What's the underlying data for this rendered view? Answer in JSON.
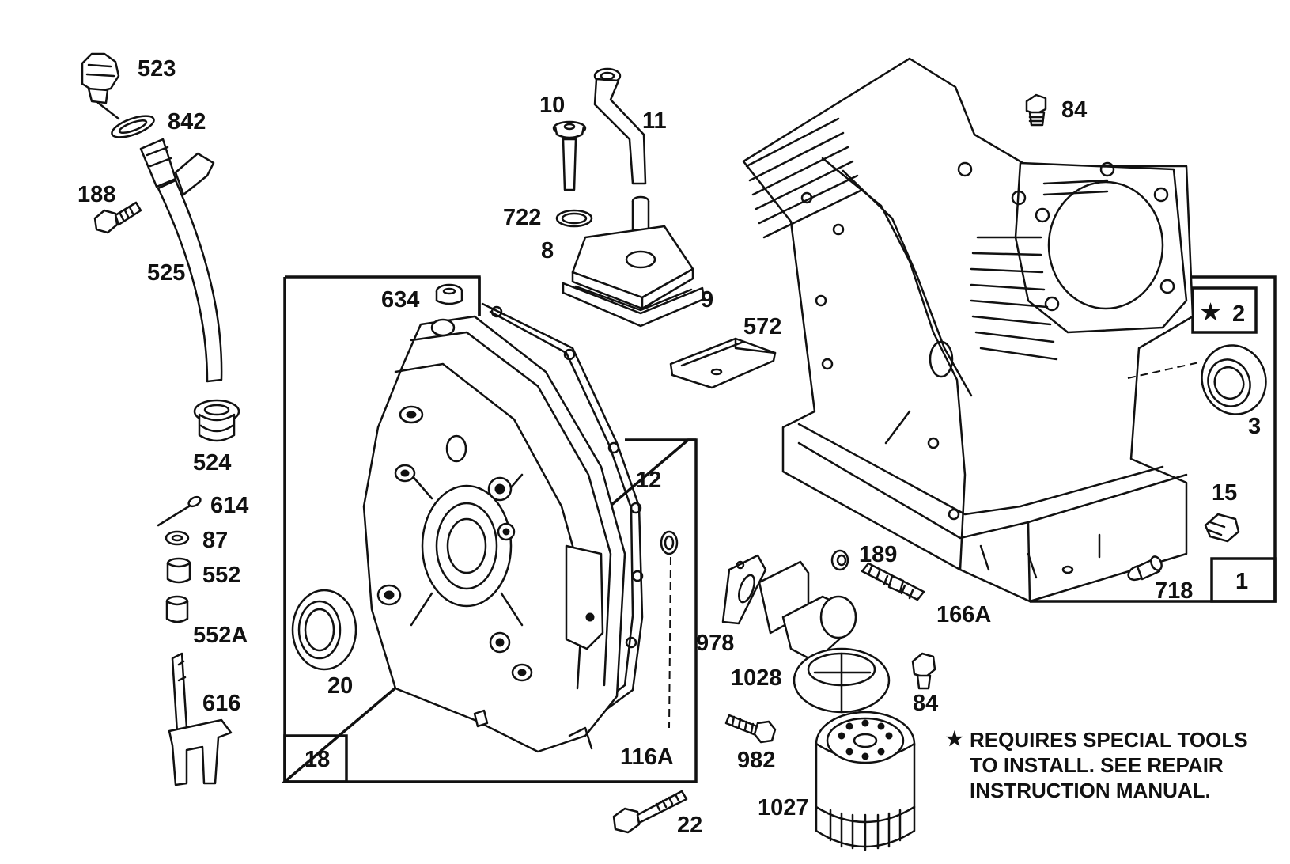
{
  "parts": {
    "p523": "523",
    "p842": "842",
    "p188": "188",
    "p525": "525",
    "p524": "524",
    "p614": "614",
    "p87": "87",
    "p552": "552",
    "p552A": "552A",
    "p616": "616",
    "p10": "10",
    "p11": "11",
    "p722": "722",
    "p8": "8",
    "p9": "9",
    "p572": "572",
    "p634": "634",
    "p12": "12",
    "p20": "20",
    "p116A": "116A",
    "p18": "18",
    "p22": "22",
    "p84a": "84",
    "p2": "2",
    "p3": "3",
    "p15": "15",
    "p718": "718",
    "p1": "1",
    "p189": "189",
    "p166A": "166A",
    "p978": "978",
    "p1028": "1028",
    "p84b": "84",
    "p982": "982",
    "p1027": "1027"
  },
  "note": {
    "star": "★",
    "line1": "REQUIRES SPECIAL TOOLS",
    "line2": "TO INSTALL.  SEE REPAIR",
    "line3": "INSTRUCTION MANUAL."
  }
}
